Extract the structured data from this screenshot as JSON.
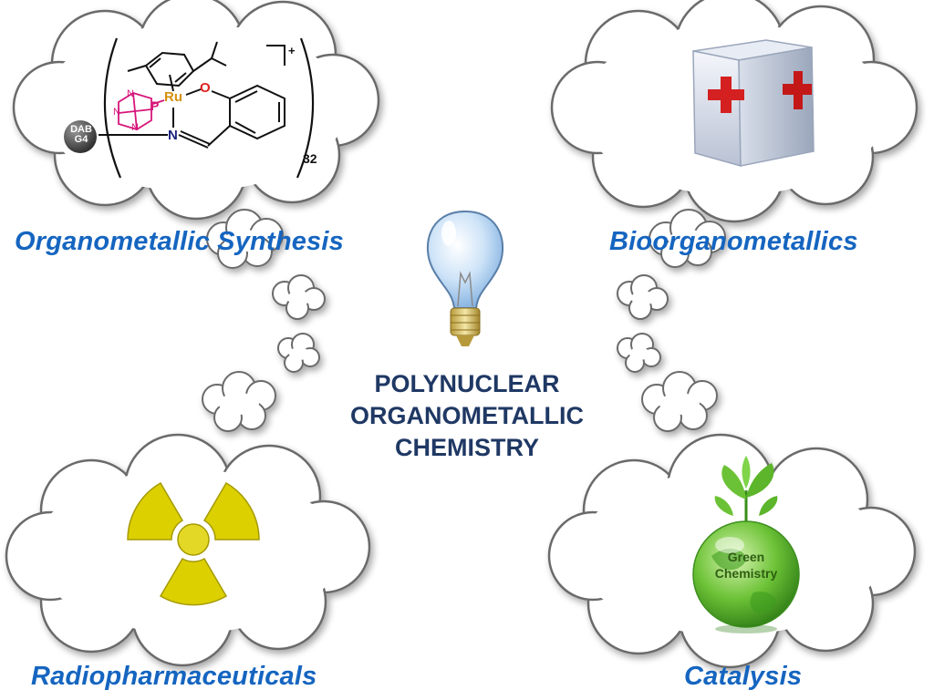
{
  "colors": {
    "label": "#1565c0",
    "center_text": "#1f3864",
    "cloud_fill": "#ffffff",
    "cloud_stroke": "#6b6b6b",
    "cross": "#d42020",
    "radiation": "#dcd000",
    "globe": "#4caf2a",
    "bulb": "#9fc8ee",
    "pink_cage": "#d6167a",
    "ruthenium": "#d4900a",
    "oxygen": "#e02020",
    "nitrogen": "#1a237e"
  },
  "center": {
    "line1": "POLYNUCLEAR",
    "line2": "ORGANOMETALLIC",
    "line3": "CHEMISTRY"
  },
  "labels": {
    "synthesis": "Organometallic Synthesis",
    "bio": "Bioorganometallics",
    "radio": "Radiopharmaceuticals",
    "catalysis": "Catalysis"
  },
  "molecule": {
    "dab": "DAB",
    "g4": "G4",
    "ru": "Ru",
    "o": "O",
    "n": "N",
    "p": "P",
    "n_cage": "N",
    "charge": "+",
    "subscript": "32"
  },
  "globe": {
    "line1": "Green",
    "line2": "Chemistry"
  },
  "icons": [
    "light-bulb-icon",
    "first-aid-box-icon",
    "radiation-icon",
    "green-globe-icon"
  ]
}
